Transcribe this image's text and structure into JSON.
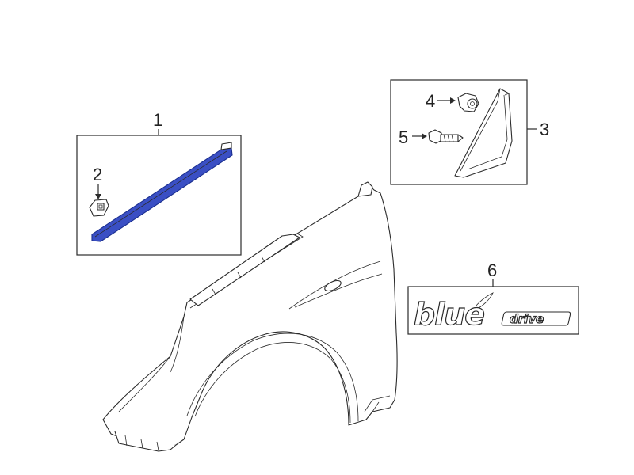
{
  "callouts": {
    "c1": "1",
    "c2": "2",
    "c3": "3",
    "c4": "4",
    "c5": "5",
    "c6": "6"
  },
  "emblem": {
    "word_main": "blue",
    "word_sub": "drive"
  },
  "colors": {
    "highlight_part": "#3a4fc4",
    "line": "#2b2b2b",
    "background": "#ffffff"
  }
}
